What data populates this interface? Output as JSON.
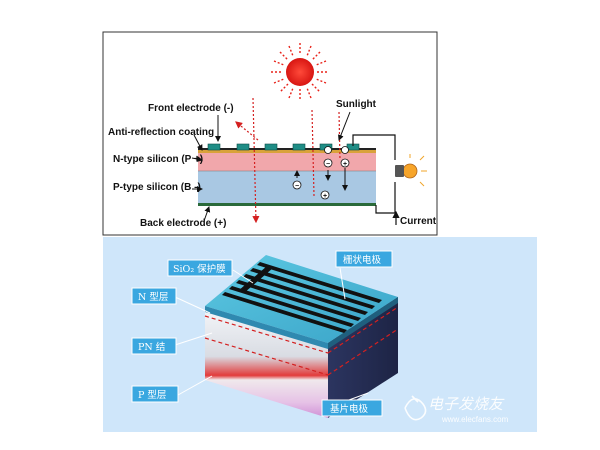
{
  "top_diagram": {
    "labels": {
      "front_electrode": "Front electrode (-)",
      "anti_reflection": "Anti-reflection coating",
      "n_type": "N-type silicon (P +)",
      "p_type": "P-type silicon (B -)",
      "back_electrode": "Back electrode (+)",
      "sunlight": "Sunlight",
      "current": "Current"
    }
  },
  "bottom_diagram": {
    "labels": {
      "sio2": "SiO₂ 保护膜",
      "grid_electrode": "栅状电极",
      "n_layer": "N 型层",
      "pn_junction": "PN 结",
      "p_layer": "P 型层",
      "substrate_electrode": "基片电极"
    }
  },
  "watermark": {
    "title": "电子发烧友",
    "url": "www.elecfans.com"
  },
  "colors": {
    "sun": "#e8231a",
    "n_layer": "#f1a7ab",
    "p_layer": "#a9c8e3",
    "top_face": "#4ab8d6",
    "label_box": "#3aa7e0",
    "electrode": "#1f6f66"
  }
}
